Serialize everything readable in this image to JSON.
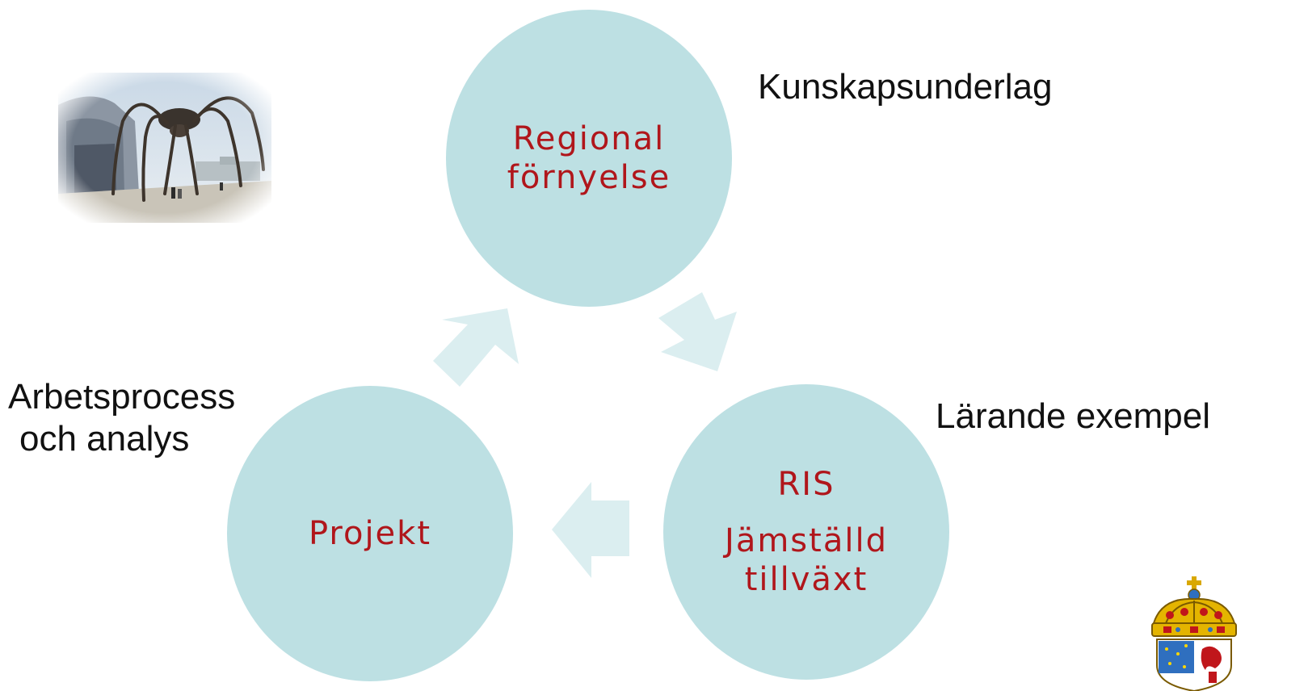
{
  "colors": {
    "circle_fill": "#bde0e3",
    "arrow_fill": "#dbeef0",
    "circle_text": "#b0161b",
    "label_text": "#111111"
  },
  "cycle": {
    "top": {
      "line1": "Regional",
      "line2": "förnyelse"
    },
    "left": {
      "line1": "Projekt"
    },
    "right": {
      "line1": "RIS",
      "line2": "Jämställd",
      "line3": "tillväxt"
    }
  },
  "labels": {
    "kunskap": "Kunskapsunderlag",
    "arbets_line1": "Arbetsprocess",
    "arbets_line2": "och analys",
    "larande": "Lärande exempel"
  },
  "images": {
    "photo_icon": "spider-sculpture-photo",
    "crest_icon": "coat-of-arms-crest"
  }
}
